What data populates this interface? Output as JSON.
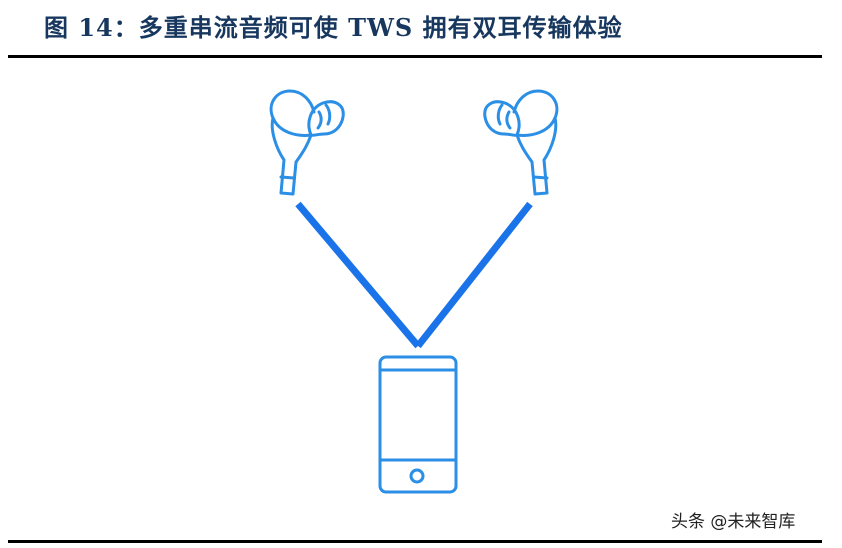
{
  "figure": {
    "title": "图 14：多重串流音频可使 TWS 拥有双耳传输体验"
  },
  "diagram": {
    "nodes": [
      "left-earbud",
      "right-earbud",
      "smartphone"
    ],
    "links": [
      {
        "from": "smartphone",
        "to": "left-earbud"
      },
      {
        "from": "smartphone",
        "to": "right-earbud"
      }
    ],
    "line_color": "#1a73e8",
    "icon_color": "#2b8fe6"
  },
  "watermark": {
    "text": "头条 @未来智库"
  }
}
